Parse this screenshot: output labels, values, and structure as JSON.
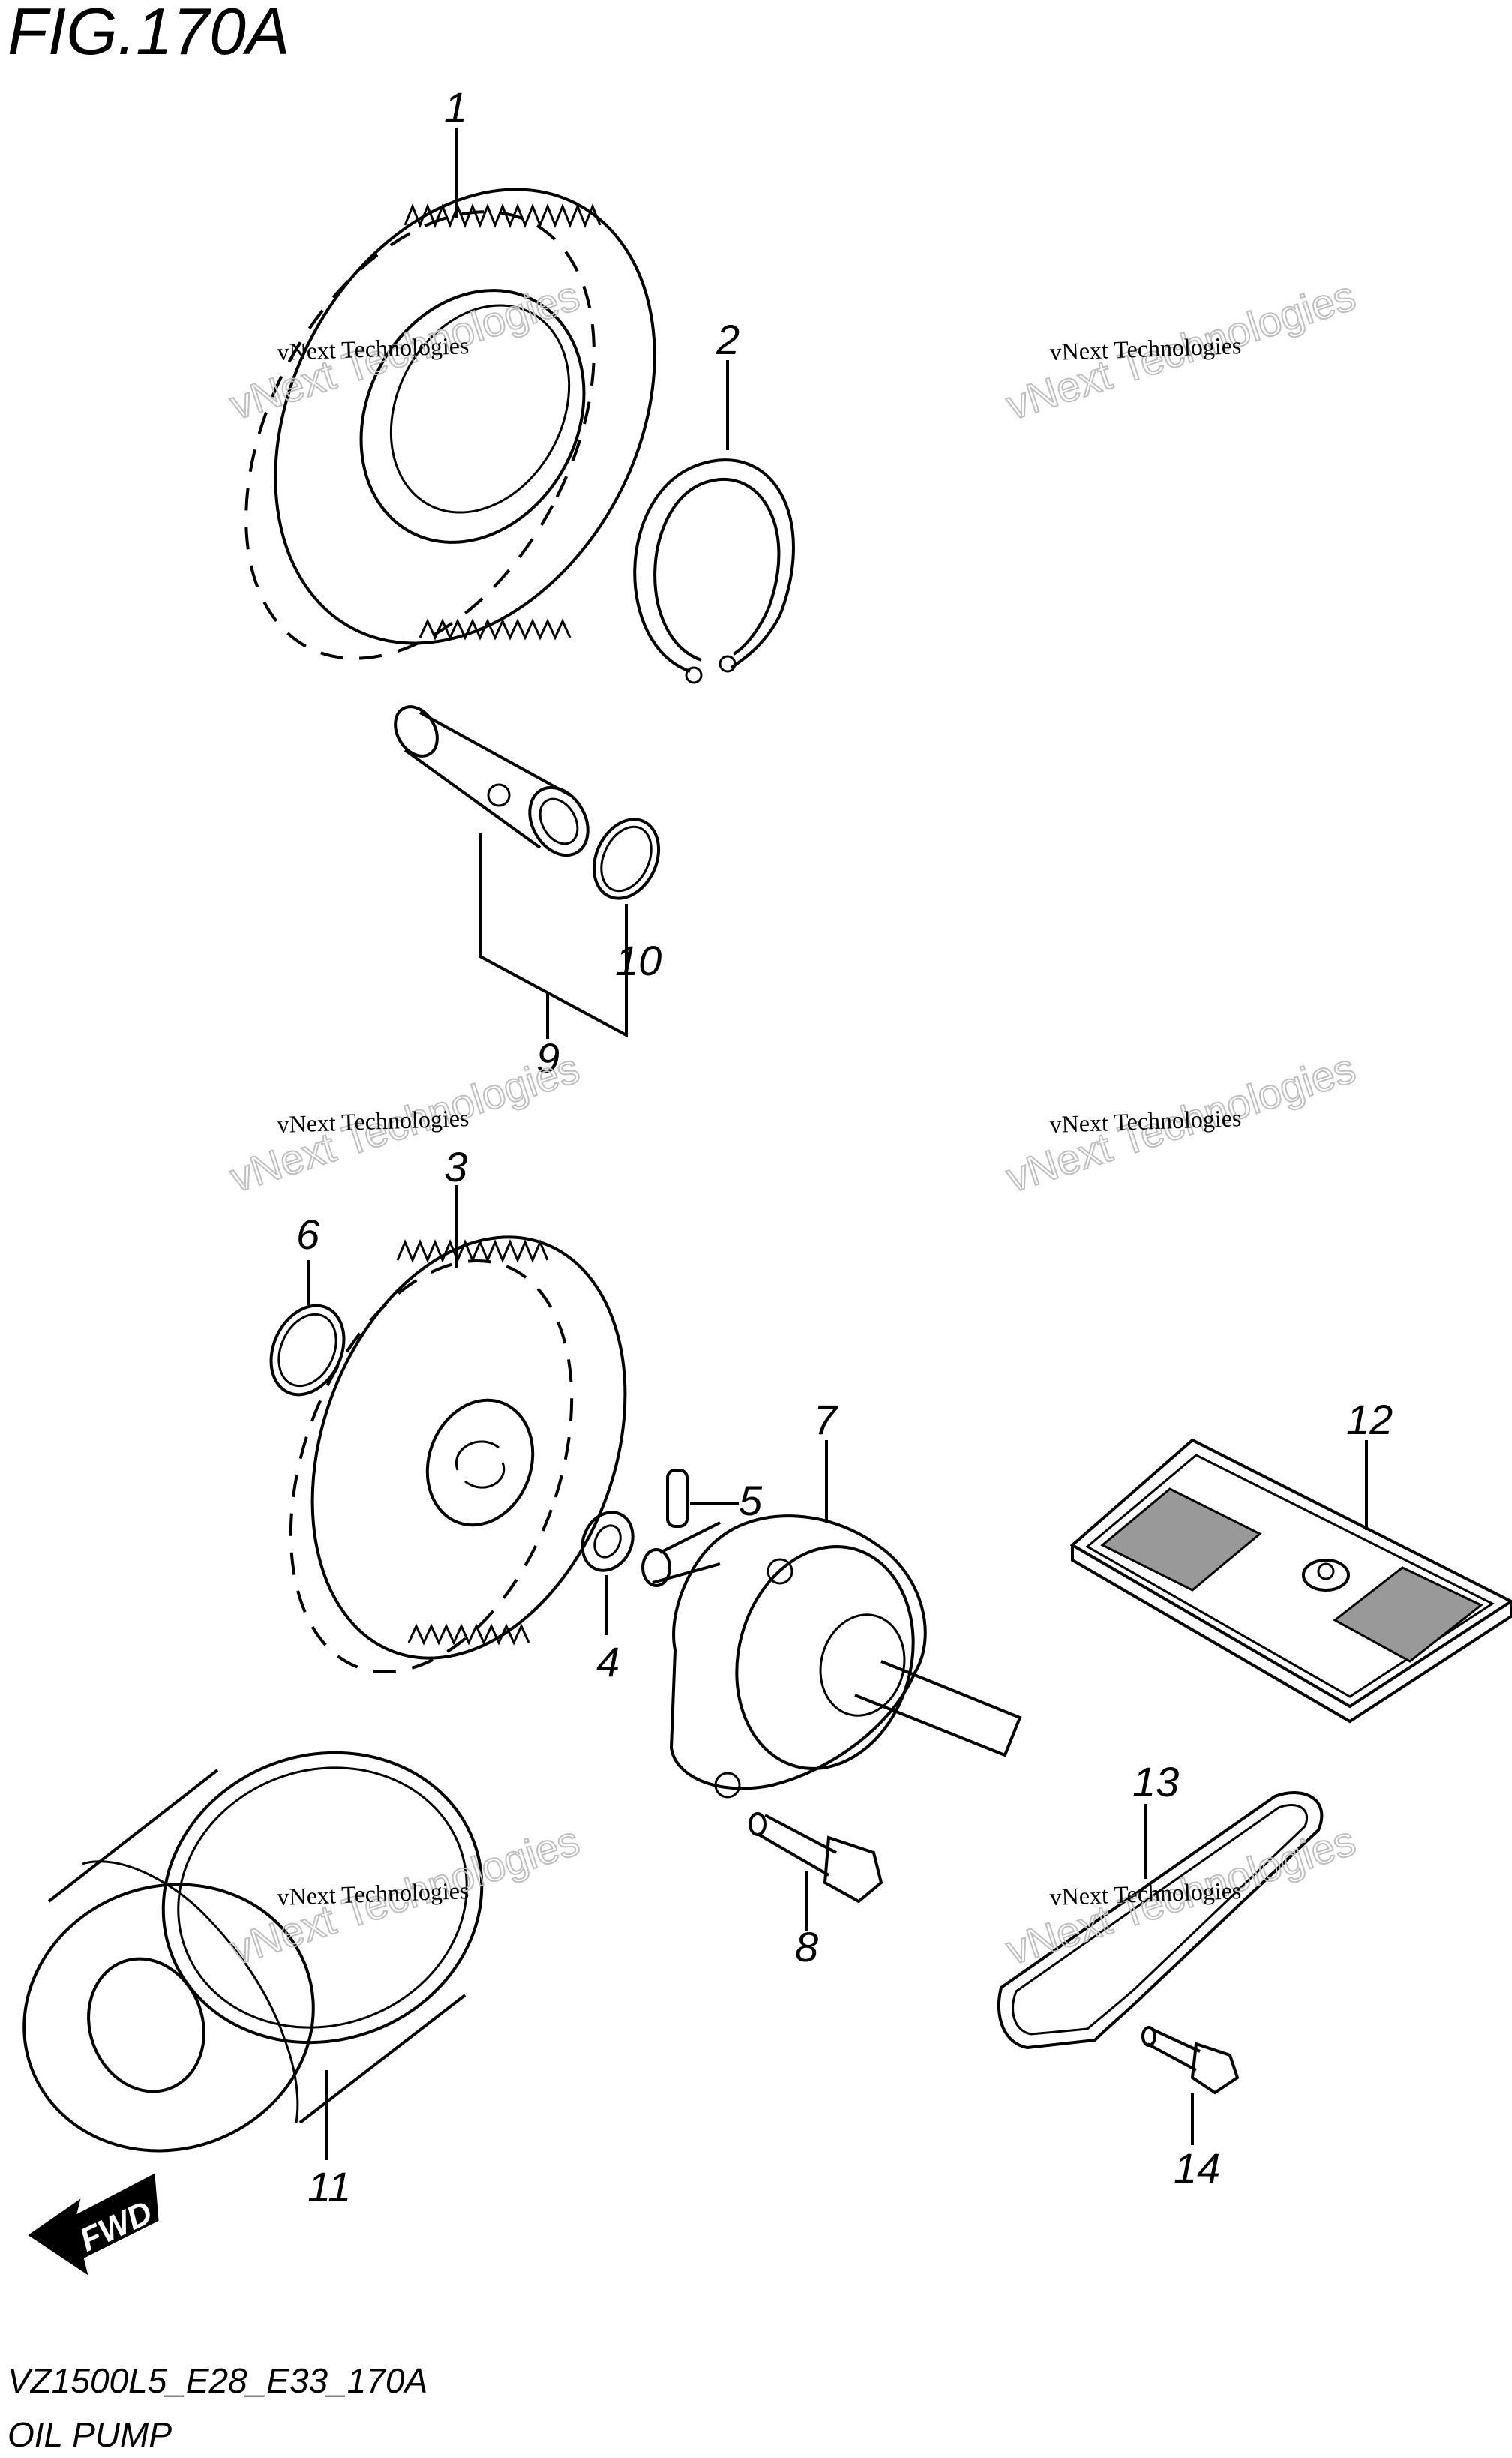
{
  "figure": {
    "title": "FIG.170A"
  },
  "footer": {
    "model_code": "VZ1500L5_E28_E33_170A",
    "section_name": "OIL PUMP"
  },
  "direction_arrow": {
    "label": "FWD"
  },
  "watermark": {
    "line1": "vNext Technologies",
    "line2": "vNext Technologies"
  },
  "callouts": {
    "p1": "1",
    "p2": "2",
    "p3": "3",
    "p4": "4",
    "p5": "5",
    "p6": "6",
    "p7": "7",
    "p8": "8",
    "p9": "9",
    "p10": "10",
    "p11": "11",
    "p12": "12",
    "p13": "13",
    "p14": "14"
  }
}
